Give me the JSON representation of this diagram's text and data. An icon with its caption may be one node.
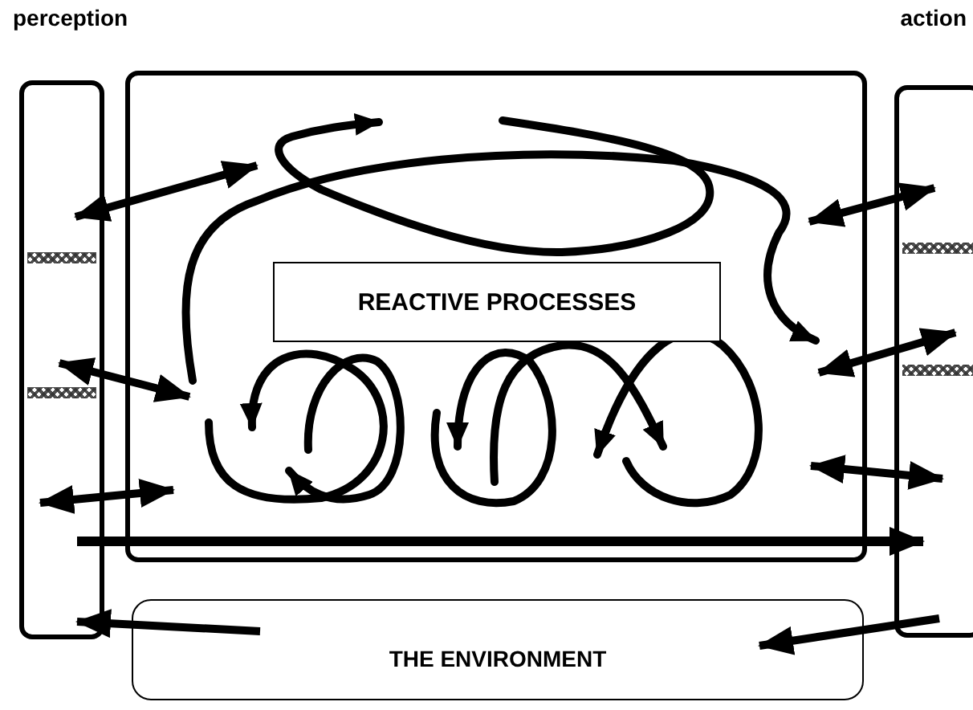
{
  "diagram": {
    "nodes": [
      {
        "text": [
          "perception"
        ]
      },
      {
        "text": [],
        "shape": "box"
      },
      {
        "text": [
          "REACTIVE PROCESSES"
        ],
        "in": 1
      },
      {
        "text": [
          "action"
        ]
      },
      {
        "text": [
          "THE ENVIRONMENT"
        ]
      }
    ],
    "edges": [
      {
        "from": 0,
        "to": 1,
        "arrow": "both"
      },
      {
        "from": 0,
        "to": 1,
        "arrow": "both"
      },
      {
        "from": 0,
        "to": 1,
        "arrow": "both"
      },
      {
        "from": 0,
        "to": 3,
        "arrow": "to"
      },
      {
        "from": 1,
        "to": 3,
        "arrow": "both"
      },
      {
        "from": 1,
        "to": 3,
        "arrow": "both"
      },
      {
        "from": 1,
        "to": 3,
        "arrow": "both"
      },
      {
        "from": 3,
        "to": 4,
        "arrow": "to"
      },
      {
        "from": 4,
        "to": 0,
        "arrow": "to"
      }
    ]
  }
}
